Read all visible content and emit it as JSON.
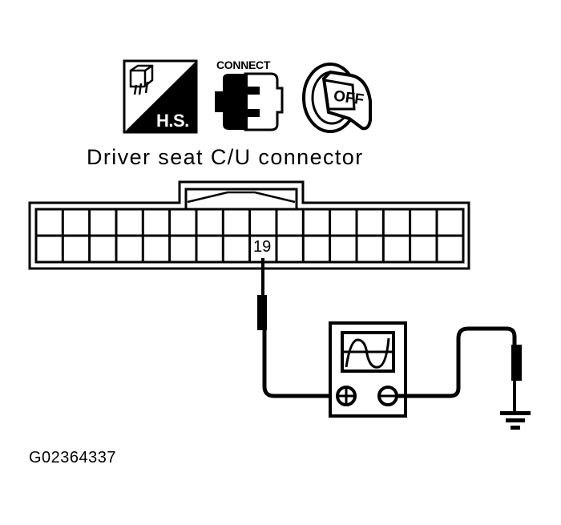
{
  "diagram": {
    "title": "Driver seat C/U connector",
    "figure_id": "G02364337",
    "icons": [
      {
        "name": "harness-side-icon",
        "label": "H.S."
      },
      {
        "name": "connect-icon",
        "label": "CONNECT"
      },
      {
        "name": "ignition-key-off-icon",
        "label": "OFF"
      }
    ],
    "connector": {
      "columns": 16,
      "rows": 2,
      "probed_terminal": "19"
    },
    "instrument": {
      "name": "oscilloscope",
      "positive_terminal": "+",
      "negative_terminal": "−"
    },
    "ground": "ground-symbol",
    "colors": {
      "line": "#000000",
      "background": "#ffffff"
    }
  }
}
